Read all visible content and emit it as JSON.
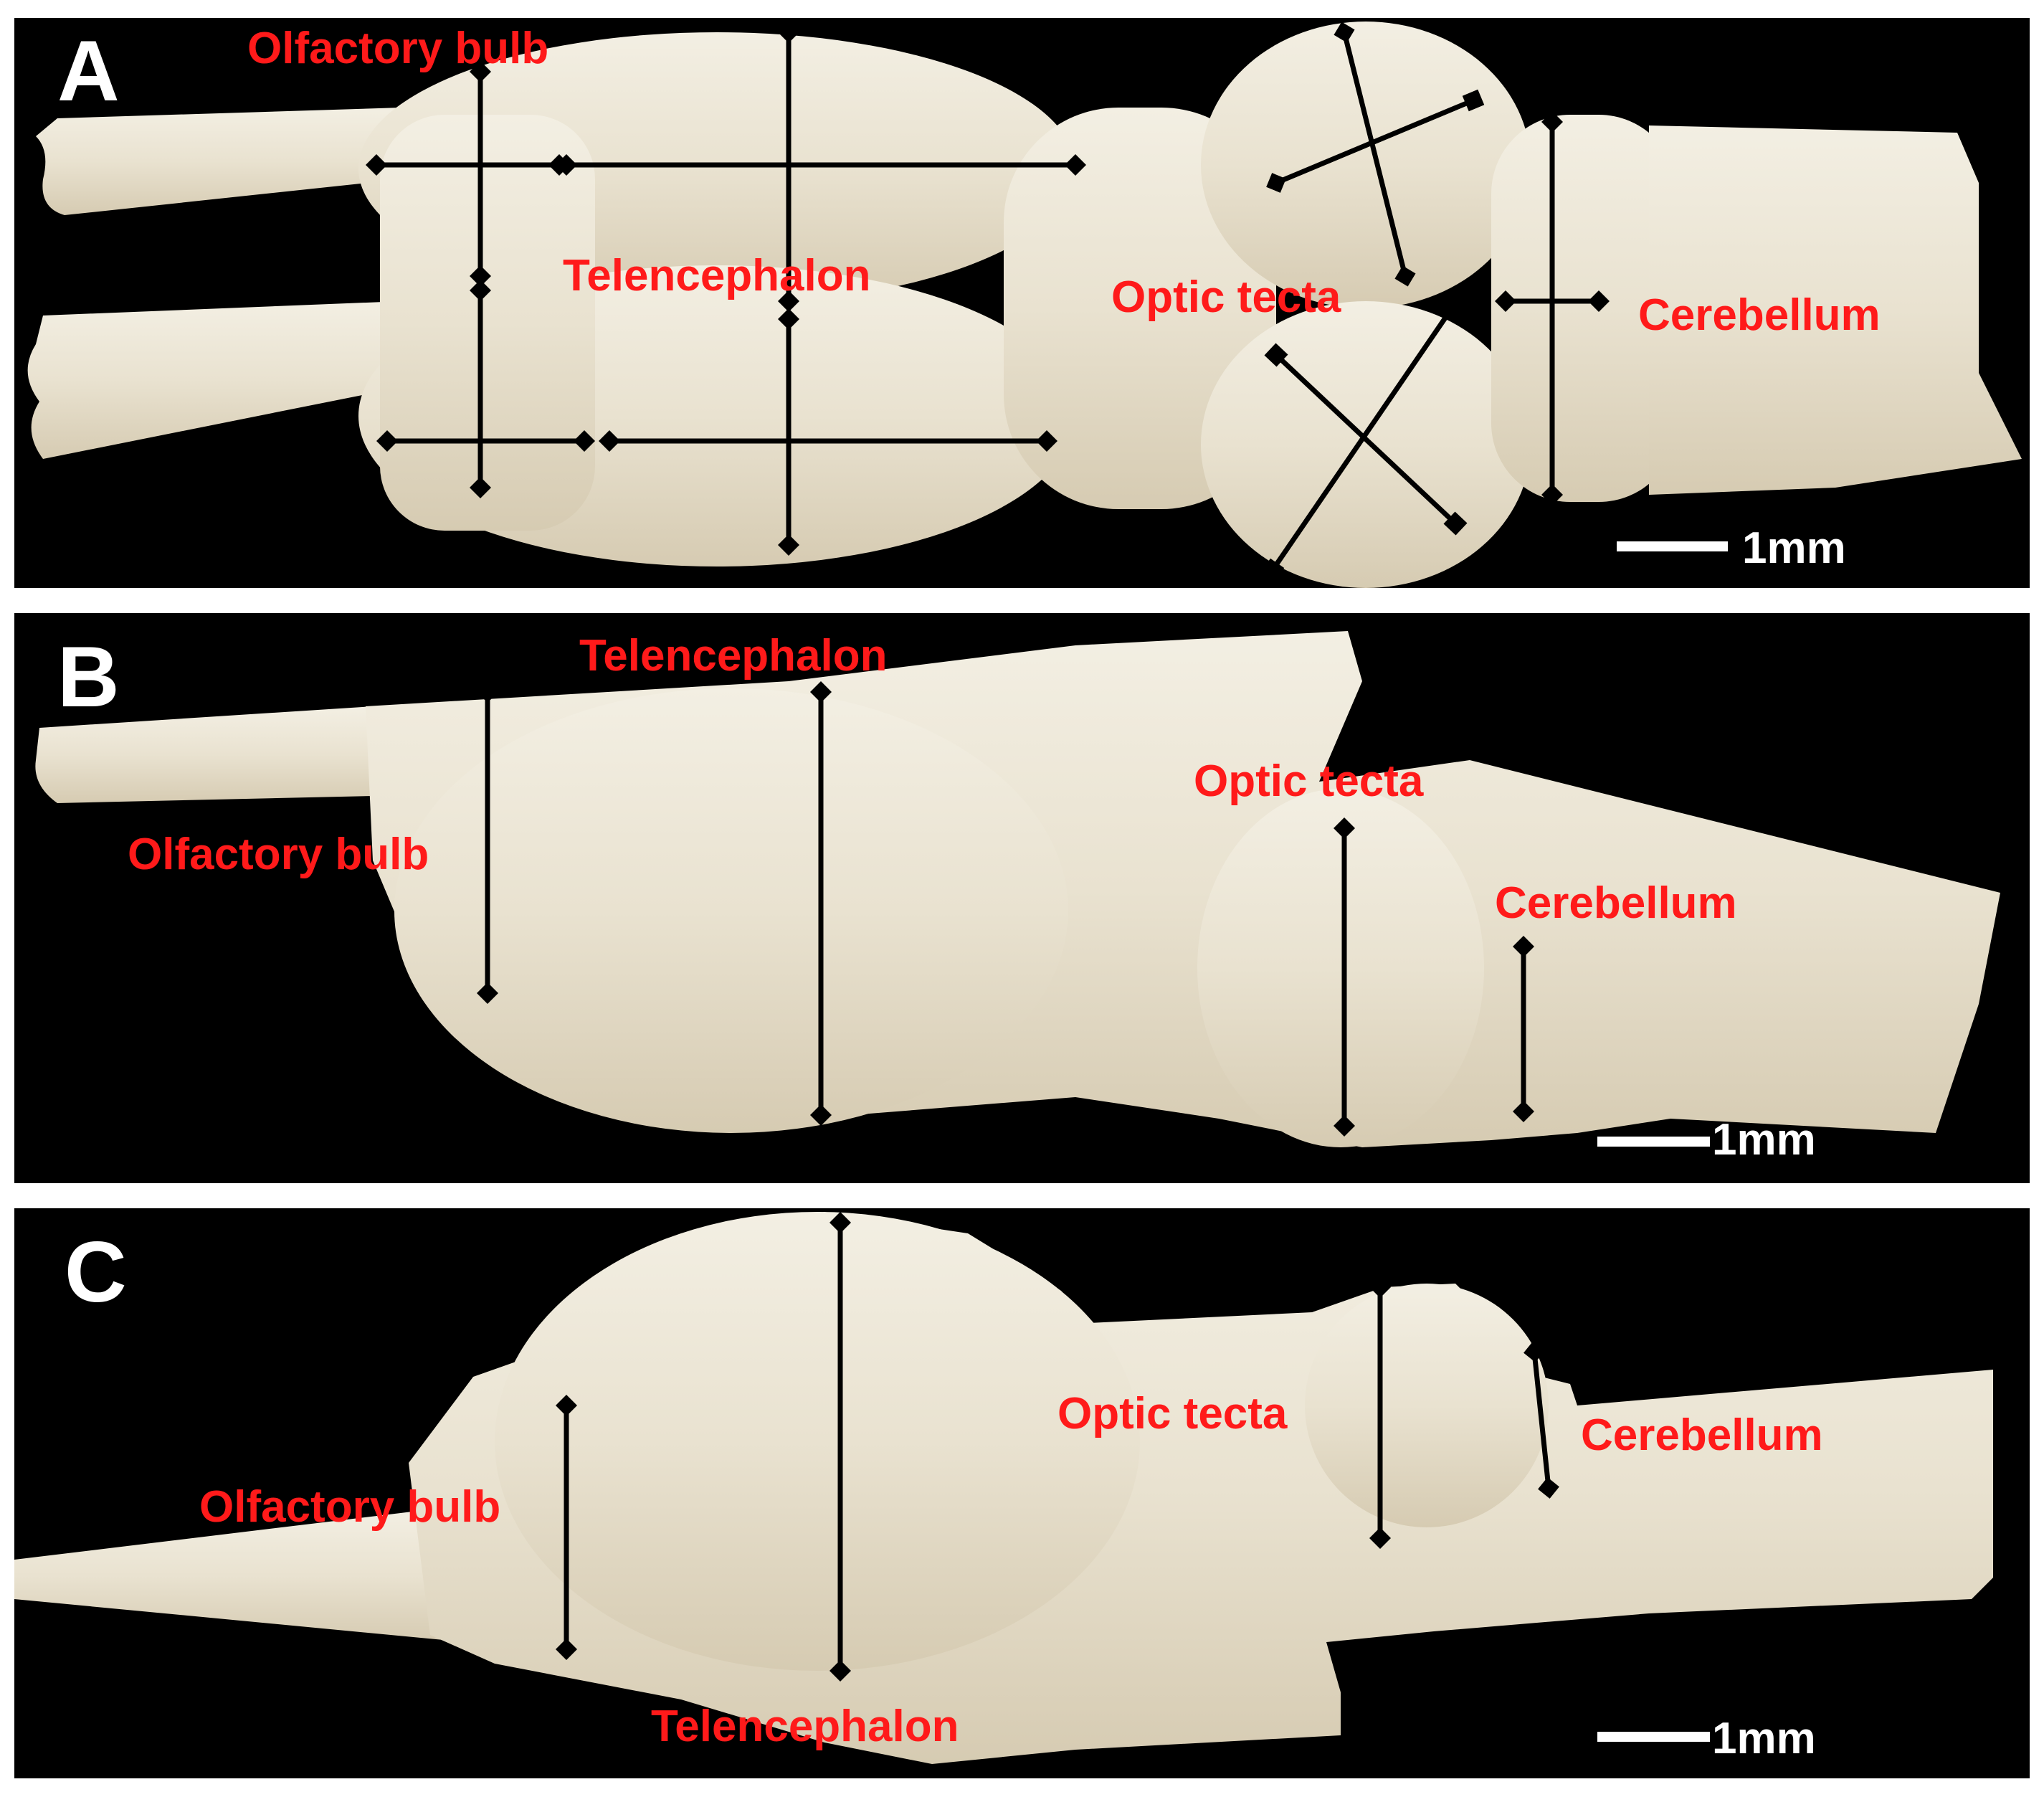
{
  "colors": {
    "background": "#000000",
    "tissue": "#ece6d6",
    "tissue_shade": "#d9cfb8",
    "label": "#ff1a1a",
    "panel_letter": "#ffffff",
    "measure_line": "#000000",
    "scale_bar": "#ffffff"
  },
  "panels": [
    {
      "letter": "A",
      "labels": {
        "olfactory_bulb": "Olfactory bulb",
        "telencephalon": "Telencephalon",
        "optic_tecta": "Optic tecta",
        "cerebellum": "Cerebellum"
      },
      "scale_bar": "1mm"
    },
    {
      "letter": "B",
      "labels": {
        "telencephalon": "Telencephalon",
        "optic_tecta": "Optic tecta",
        "olfactory_bulb": "Olfactory bulb",
        "cerebellum": "Cerebellum"
      },
      "scale_bar": "1mm"
    },
    {
      "letter": "C",
      "labels": {
        "optic_tecta": "Optic tecta",
        "cerebellum": "Cerebellum",
        "olfactory_bulb": "Olfactory bulb",
        "telencephalon": "Telencephalon"
      },
      "scale_bar": "1mm"
    }
  ]
}
